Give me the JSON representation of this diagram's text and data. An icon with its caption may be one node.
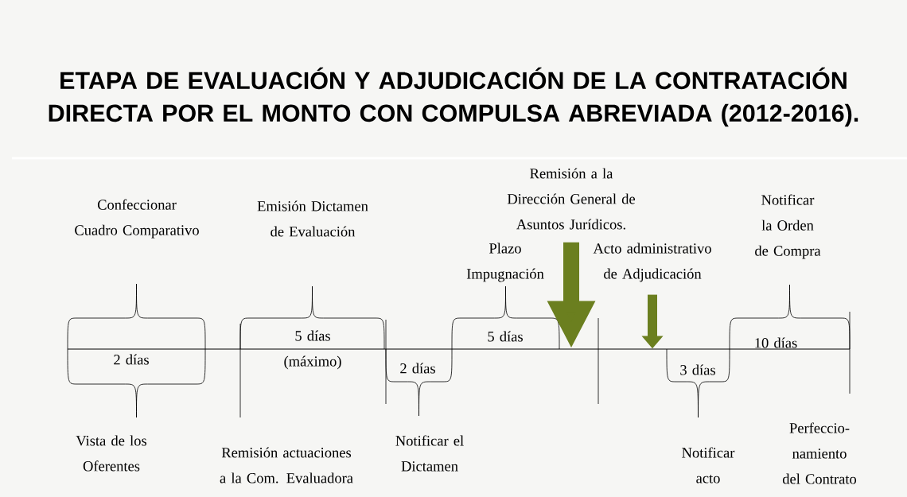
{
  "diagram": {
    "title": "ETAPA DE EVALUACIÓN Y ADJUDICACIÓN DE LA CONTRATACIÓN DIRECTA POR EL MONTO CON COMPULSA ABREVIADA (2012-2016).",
    "nodes": [
      {
        "text": [
          "Remisión a la Dirección General de Asuntos Jurídicos."
        ]
      },
      {
        "text": [
          "Acto administrativo de Adjudicación"
        ]
      },
      {
        "text": [],
        "shape": "bar"
      }
    ],
    "edges": [
      {
        "from": 0,
        "to": 2,
        "arrow": "to"
      },
      {
        "from": 1,
        "to": 2,
        "arrow": "to"
      }
    ],
    "labels": [
      "Confeccionar Cuadro Comparativo",
      "Emisión Dictamen de Evaluación",
      "Plazo Impugnación",
      "Notificar la Orden de Compra",
      "2 días",
      "5 días (máximo)",
      "2 días",
      "5 días",
      "3 días",
      "10 días",
      "Vista de los Oferentes",
      "Remisión actuaciones a la Com. Evaluadora",
      "Notificar el Dictamen",
      "Notificar acto",
      "Perfeccio- namiento del Contrato"
    ]
  }
}
